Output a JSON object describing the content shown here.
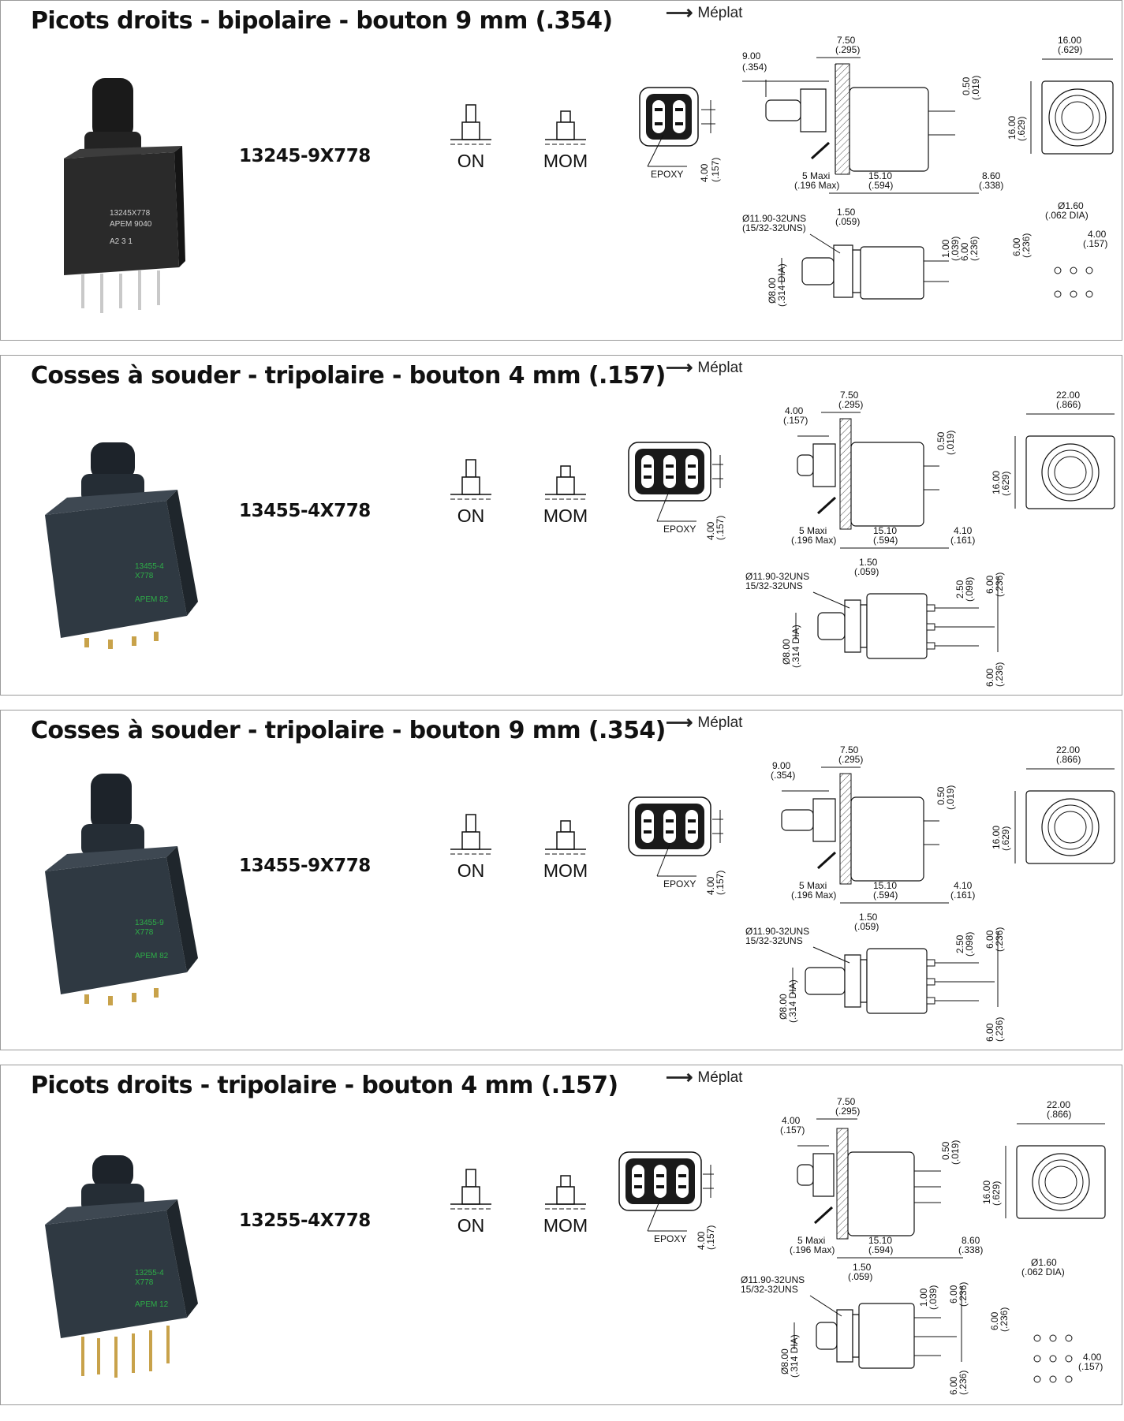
{
  "meplat_label": "Méplat",
  "states": {
    "on": "ON",
    "mom": "MOM"
  },
  "epoxy_label": "EPOXY",
  "panels": [
    {
      "title": "Picots droits - bipolaire - bouton 9 mm (.354)",
      "part": "13245-9X778",
      "photo_marking": [
        "13245X778",
        "APEM 9040",
        "A2  3  1"
      ],
      "dims": {
        "button": "9.00",
        "button_in": "(.354)",
        "panel": "7.50",
        "panel_in": "(.295)",
        "width": "16.00",
        "width_in": "(.629)",
        "tab": "0.50",
        "tab_in": "(.019)",
        "height": "16.00",
        "height_in": "(.629)",
        "maxi": "5 Maxi",
        "maxi_in": "(.196 Max)",
        "body": "15.10",
        "body_in": "(.594)",
        "term": "8.60",
        "term_in": "(.338)",
        "epoxy_h": "4.00",
        "epoxy_h_in": "(.157)",
        "thread": "Ø11.90-32UNS",
        "thread_in": "(15/32-32UNS)",
        "flat": "1.50",
        "flat_in": "(.059)",
        "pin": "1.00",
        "pin_in": "(.039)",
        "pitch": "6.00",
        "pitch_in": "(.236)",
        "dia": "Ø8.00",
        "dia_in": "(.314 DIA)",
        "hole": "Ø1.60",
        "hole_in": "(.062 DIA)",
        "hole_pitch": "4.00",
        "hole_pitch_in": "(.157)",
        "row_pitch": "6.00",
        "row_pitch_in": "(.236)"
      }
    },
    {
      "title": "Cosses à souder - tripolaire - bouton 4 mm (.157)",
      "part": "13455-4X778",
      "photo_marking": [
        "13455-4",
        "X778",
        "APEM 82"
      ],
      "dims": {
        "button": "4.00",
        "button_in": "(.157)",
        "panel": "7.50",
        "panel_in": "(.295)",
        "width": "22.00",
        "width_in": "(.866)",
        "tab": "0.50",
        "tab_in": "(.019)",
        "height": "16.00",
        "height_in": "(.629)",
        "maxi": "5 Maxi",
        "maxi_in": "(.196 Max)",
        "body": "15.10",
        "body_in": "(.594)",
        "term": "4.10",
        "term_in": "(.161)",
        "epoxy_h": "4.00",
        "epoxy_h_in": "(.157)",
        "thread": "Ø11.90-32UNS",
        "thread_in": "15/32-32UNS",
        "flat": "1.50",
        "flat_in": "(.059)",
        "pin": "2.50",
        "pin_in": "(.098)",
        "pitch": "6.00",
        "pitch_in": "(.236)",
        "dia": "Ø8.00",
        "dia_in": "(.314 DIA)",
        "pitch2": "6.00",
        "pitch2_in": "(.236)"
      }
    },
    {
      "title": "Cosses à souder - tripolaire - bouton 9 mm (.354)",
      "part": "13455-9X778",
      "photo_marking": [
        "13455-9",
        "X778",
        "APEM 82"
      ],
      "dims": {
        "button": "9.00",
        "button_in": "(.354)",
        "panel": "7.50",
        "panel_in": "(.295)",
        "width": "22.00",
        "width_in": "(.866)",
        "tab": "0.50",
        "tab_in": "(.019)",
        "height": "16.00",
        "height_in": "(.629)",
        "maxi": "5 Maxi",
        "maxi_in": "(.196 Max)",
        "body": "15.10",
        "body_in": "(.594)",
        "term": "4.10",
        "term_in": "(.161)",
        "epoxy_h": "4.00",
        "epoxy_h_in": "(.157)",
        "thread": "Ø11.90-32UNS",
        "thread_in": "15/32-32UNS",
        "flat": "1.50",
        "flat_in": "(.059)",
        "pin": "2.50",
        "pin_in": "(.098)",
        "pitch": "6.00",
        "pitch_in": "(.236)",
        "dia": "Ø8.00",
        "dia_in": "(.314 DIA)",
        "pitch2": "6.00",
        "pitch2_in": "(.236)"
      }
    },
    {
      "title": "Picots droits - tripolaire - bouton 4 mm (.157)",
      "part": "13255-4X778",
      "photo_marking": [
        "13255-4",
        "X778",
        "APEM 12"
      ],
      "dims": {
        "button": "4.00",
        "button_in": "(.157)",
        "panel": "7.50",
        "panel_in": "(.295)",
        "width": "22.00",
        "width_in": "(.866)",
        "tab": "0.50",
        "tab_in": "(.019)",
        "height": "16.00",
        "height_in": "(.629)",
        "maxi": "5 Maxi",
        "maxi_in": "(.196 Max)",
        "body": "15.10",
        "body_in": "(.594)",
        "term": "8.60",
        "term_in": "(.338)",
        "epoxy_h": "4.00",
        "epoxy_h_in": "(.157)",
        "thread": "Ø11.90-32UNS",
        "thread_in": "15/32-32UNS",
        "flat": "1.50",
        "flat_in": "(.059)",
        "pin": "1.00",
        "pin_in": "(.039)",
        "pitch": "6.00",
        "pitch_in": "(.236)",
        "dia": "Ø8.00",
        "dia_in": "(.314 DIA)",
        "pitch2": "6.00",
        "pitch2_in": "(.236)",
        "hole": "Ø1.60",
        "hole_in": "(.062 DIA)",
        "hole_pitch": "4.00",
        "hole_pitch_in": "(.157)",
        "row_pitch": "6.00",
        "row_pitch_in": "(.236)"
      }
    }
  ]
}
